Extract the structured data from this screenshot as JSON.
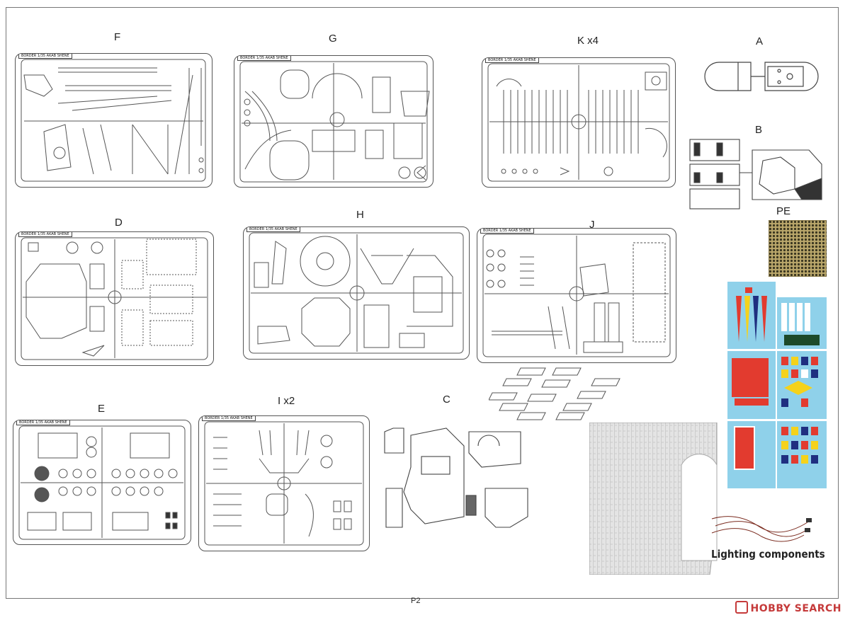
{
  "sprue_letters": {
    "F": "F",
    "G": "G",
    "K": "K x4",
    "A": "A",
    "B": "B",
    "D": "D",
    "H": "H",
    "J": "J",
    "PE": "PE",
    "E": "E",
    "I": "I x2",
    "C": "C"
  },
  "sprue_tag_text": "BORDER 1/35 AKAB SHENE",
  "lighting_label": "Lighting components",
  "page_number": "P2",
  "watermark": "HOBBY SEARCH",
  "colors": {
    "line": "#555555",
    "pe": "#b9a66a",
    "decal_bg": "#8fd1ea",
    "deck": "#dcdcdc",
    "watermark": "#c53a3a"
  }
}
